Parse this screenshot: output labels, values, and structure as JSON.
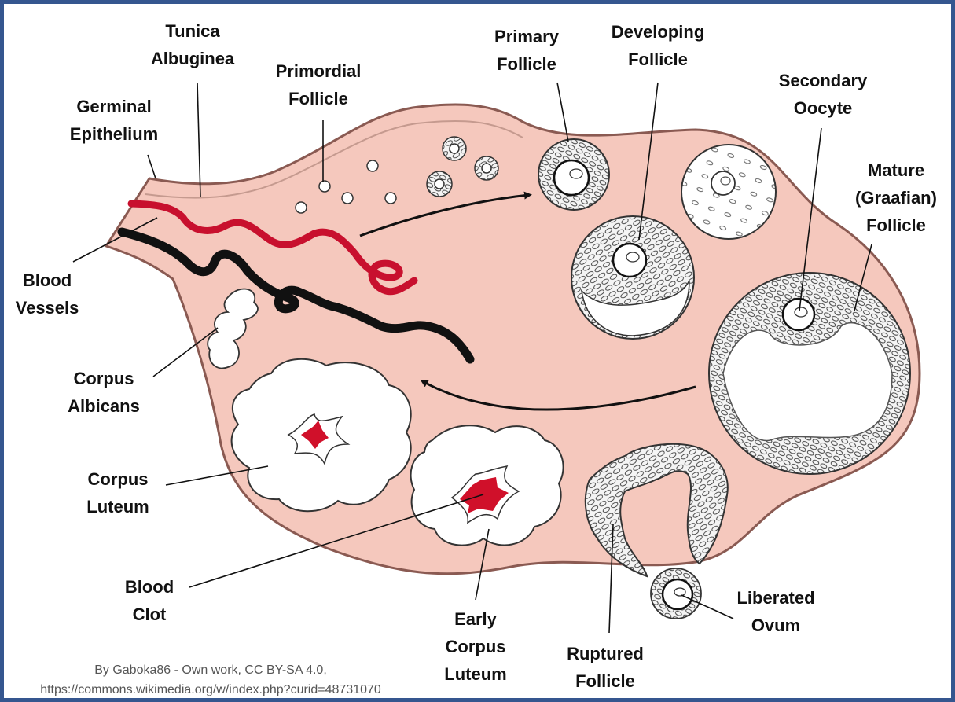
{
  "labels": {
    "tunica_albuginea": [
      "Tunica",
      "Albuginea"
    ],
    "germinal_epithelium": [
      "Germinal",
      "Epithelium"
    ],
    "primordial_follicle": [
      "Primordial",
      "Follicle"
    ],
    "primary_follicle": [
      "Primary",
      "Follicle"
    ],
    "developing_follicle": [
      "Developing",
      "Follicle"
    ],
    "secondary_oocyte": [
      "Secondary",
      "Oocyte"
    ],
    "mature_follicle": [
      "Mature",
      "(Graafian)",
      "Follicle"
    ],
    "blood_vessels": [
      "Blood",
      "Vessels"
    ],
    "corpus_albicans": [
      "Corpus",
      "Albicans"
    ],
    "corpus_luteum": [
      "Corpus",
      "Luteum"
    ],
    "blood_clot": [
      "Blood",
      "Clot"
    ],
    "early_corpus_luteum": [
      "Early",
      "Corpus",
      "Luteum"
    ],
    "ruptured_follicle": [
      "Ruptured",
      "Follicle"
    ],
    "liberated_ovum": [
      "Liberated",
      "Ovum"
    ]
  },
  "credit": {
    "line1": "By Gaboka86 - Own work, CC BY-SA 4.0,",
    "line2": "https://commons.wikimedia.org/w/index.php?curid=48731070"
  },
  "colors": {
    "frame": "#35568f",
    "ovary_fill": "#f5c8bd",
    "ovary_outline": "#8a5a52",
    "artery": "#c8102e",
    "vein": "#111111",
    "clot": "#d0102a",
    "granulosa": "#f2f2f2"
  }
}
